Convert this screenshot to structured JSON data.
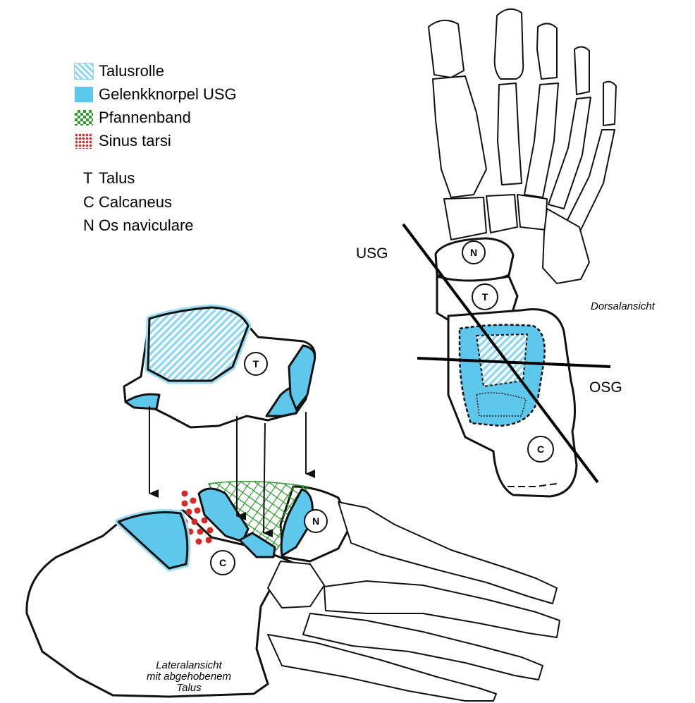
{
  "legend": {
    "items": [
      {
        "label": "Talusrolle",
        "pattern": "hatch",
        "color": "#8fd8f0"
      },
      {
        "label": "Gelenkknorpel USG",
        "pattern": "solid",
        "color": "#5ec8ec"
      },
      {
        "label": "Pfannenband",
        "pattern": "checker",
        "color": "#2c9b2c"
      },
      {
        "label": "Sinus tarsi",
        "pattern": "dots",
        "color": "#d42a2a"
      }
    ]
  },
  "abbreviations": [
    {
      "letter": "T",
      "name": "Talus"
    },
    {
      "letter": "C",
      "name": "Calcaneus"
    },
    {
      "letter": "N",
      "name": "Os naviculare"
    }
  ],
  "dorsal_view": {
    "caption": "Dorsalansicht",
    "line_usg": "USG",
    "line_osg": "OSG",
    "markers": {
      "navicular": "N",
      "talus": "T",
      "calcaneus": "C"
    }
  },
  "lateral_view": {
    "caption_line1": "Lateralansicht",
    "caption_line2": "mit abgehobenem",
    "caption_line3": "Talus",
    "markers": {
      "talus": "T",
      "calcaneus": "C",
      "navicular": "N"
    }
  }
}
